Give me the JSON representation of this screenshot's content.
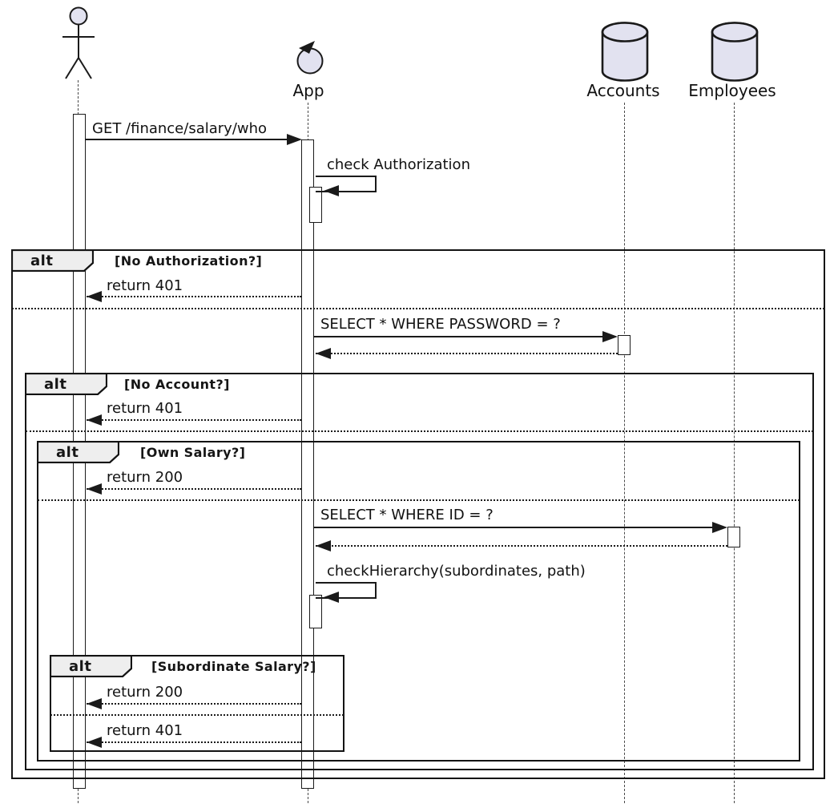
{
  "diagram_type": "uml-sequence-diagram",
  "participants": {
    "user": {
      "label": "",
      "kind": "actor"
    },
    "app": {
      "label": "App",
      "kind": "control"
    },
    "accounts": {
      "label": "Accounts",
      "kind": "database"
    },
    "employees": {
      "label": "Employees",
      "kind": "database"
    }
  },
  "messages": {
    "get_salary": "GET /finance/salary/who",
    "check_auth": "check Authorization",
    "return_401_no_auth": "return 401",
    "select_password": "SELECT * WHERE PASSWORD = ?",
    "return_401_no_account": "return 401",
    "return_200_own": "return 200",
    "select_id": "SELECT * WHERE ID = ?",
    "check_hierarchy": "checkHierarchy(subordinates, path)",
    "return_200_subordinate": "return 200",
    "return_401_subordinate": "return 401"
  },
  "fragments": {
    "no_authorization": {
      "operator": "alt",
      "guard": "[No Authorization?]"
    },
    "no_account": {
      "operator": "alt",
      "guard": "[No Account?]"
    },
    "own_salary": {
      "operator": "alt",
      "guard": "[Own Salary?]"
    },
    "subordinate_salary": {
      "operator": "alt",
      "guard": "[Subordinate Salary?]"
    }
  },
  "colors": {
    "shape_fill": "#E2E2F0",
    "fragment_label_fill": "#EEEEEE",
    "line": "#1A1A1A",
    "background": "#FFFFFF"
  }
}
